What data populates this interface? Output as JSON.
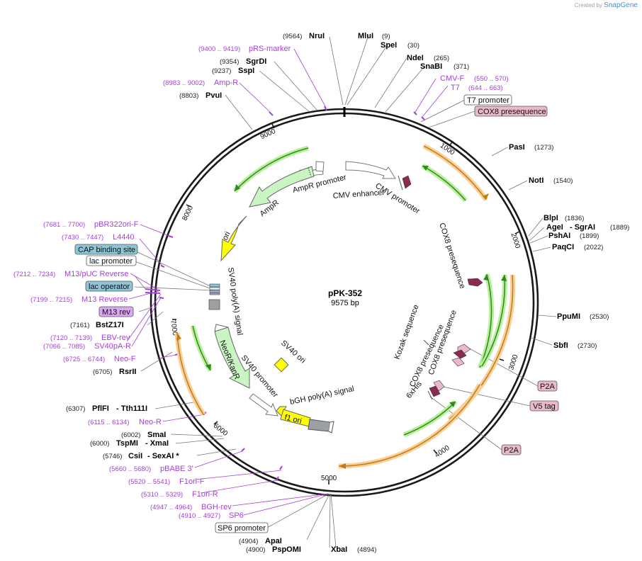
{
  "plasmid": {
    "name": "pPK-352",
    "length_label": "9575 bp"
  },
  "brand": {
    "created_by": "Created by",
    "product": "SnapGene"
  },
  "ticks": [
    "1000",
    "2000",
    "3000",
    "4000",
    "5000",
    "6000",
    "7000",
    "8000",
    "9000"
  ],
  "enzymes": {
    "NruI": {
      "name": "NruI",
      "pos": "(9564)"
    },
    "MluI": {
      "name": "MluI",
      "pos": "(9)"
    },
    "SpeI": {
      "name": "SpeI",
      "pos": "(30)"
    },
    "NdeI": {
      "name": "NdeI",
      "pos": "(265)"
    },
    "SnaBI": {
      "name": "SnaBI",
      "pos": "(371)"
    },
    "PasI": {
      "name": "PasI",
      "pos": "(1273)"
    },
    "NotI": {
      "name": "NotI",
      "pos": "(1540)"
    },
    "BlpI": {
      "name": "BlpI",
      "pos": "(1836)"
    },
    "AgeI": {
      "name": "AgeI",
      "name2": "- SgrAI",
      "pos": "(1889)"
    },
    "PshAI": {
      "name": "PshAI",
      "pos": "(1899)"
    },
    "PaqCI": {
      "name": "PaqCI",
      "pos": "(2022)"
    },
    "PpuMI": {
      "name": "PpuMI",
      "pos": "(2530)"
    },
    "SbfI": {
      "name": "SbfI",
      "pos": "(2730)"
    },
    "XbaI": {
      "name": "XbaI",
      "pos": "(4894)"
    },
    "PspOMI": {
      "name": "PspOMI",
      "pos": "(4900)"
    },
    "ApaI": {
      "name": "ApaI",
      "pos": "(4904)"
    },
    "CsiI": {
      "name": "CsiI",
      "name2": "- SexAI *",
      "pos": "(5746)"
    },
    "TspMI": {
      "name": "TspMI",
      "name2": "- XmaI",
      "pos": "(6000)"
    },
    "SmaI": {
      "name": "SmaI",
      "pos": "(6002)"
    },
    "PflFI": {
      "name": "PflFI",
      "name2": "- Tth111I",
      "pos": "(6307)"
    },
    "RsrII": {
      "name": "RsrII",
      "pos": "(6705)"
    },
    "BstZ17I": {
      "name": "BstZ17I",
      "pos": "(7161)"
    },
    "PvuI": {
      "name": "PvuI",
      "pos": "(8803)"
    },
    "SspI": {
      "name": "SspI",
      "pos": "(9237)"
    },
    "SgrDI": {
      "name": "SgrDI",
      "pos": "(9354)"
    }
  },
  "primers": {
    "pRSmarker": {
      "name": "pRS-marker",
      "pos": "(9400 .. 9419)"
    },
    "AmpR": {
      "name": "Amp-R",
      "pos": "(8983 .. 9002)"
    },
    "CMVF": {
      "name": "CMV-F",
      "pos": "(550 .. 570)"
    },
    "T7": {
      "name": "T7",
      "pos": "(644 .. 663)"
    },
    "pBR322": {
      "name": "pBR322ori-F",
      "pos": "(7681 .. 7700)"
    },
    "L4440": {
      "name": "L4440",
      "pos": "(7430 .. 7447)"
    },
    "M13pUC": {
      "name": "M13/pUC Reverse",
      "pos": "(7212 .. 7234)"
    },
    "M13Rev": {
      "name": "M13 Reverse",
      "pos": "(7199 .. 7215)"
    },
    "EBVrev": {
      "name": "EBV-rev",
      "pos": "(7120 .. 7139)"
    },
    "SV40pAR": {
      "name": "SV40pA-R",
      "pos": "(7066 .. 7085)"
    },
    "NeoF": {
      "name": "Neo-F",
      "pos": "(6725 .. 6744)"
    },
    "NeoR": {
      "name": "Neo-R",
      "pos": "(6115 .. 6134)"
    },
    "pBABE": {
      "name": "pBABE 3'",
      "pos": "(5660 .. 5680)"
    },
    "F1oriF": {
      "name": "F1ori-F",
      "pos": "(5520 .. 5541)"
    },
    "F1oriR": {
      "name": "F1ori-R",
      "pos": "(5310 .. 5329)"
    },
    "BGHrev": {
      "name": "BGH-rev",
      "pos": "(4947 .. 4964)"
    },
    "SP6": {
      "name": "SP6",
      "pos": "(4910 .. 4927)"
    }
  },
  "boxed_features": {
    "t7_promoter": "T7 promoter",
    "cox8_top": "COX8 presequence",
    "cap_site": "CAP binding site",
    "lac_promoter": "lac promoter",
    "lac_operator": "lac operator",
    "m13_rev": "M13 rev",
    "p2a_1": "P2A",
    "v5_tag": "V5 tag",
    "p2a_2": "P2A",
    "sp6_promoter": "SP6 promoter"
  },
  "inner_labels": {
    "ampr_promoter": "AmpR promoter",
    "cmv_enhancer": "CMV enhancer",
    "cmv_promoter": "CMV promoter",
    "ampr": "AmpR",
    "ori": "ori",
    "cox8_inner": "COX8 presequence",
    "sv40_polya": "SV40 poly(A) signal",
    "neor": "NeoR/KanR",
    "sv40_promoter": "SV40 promoter",
    "sv40_ori": "SV40 ori",
    "kozak": "Kozak sequence",
    "cox8_inner2": "COX8 presequence",
    "cox8_inner3": "COX8 presequence",
    "his6": "6xHis",
    "bgh_polya": "bGH poly(A) signal",
    "f1_ori": "f1 ori"
  },
  "colors": {
    "backbone": "#1a1a1a",
    "primer": "#a43fd8",
    "cds_green": "#2f8a1f",
    "orange_cds": "#d98a1a",
    "promoter": "#ffffff",
    "ampr_fill": "#c9f5c2",
    "ori_fill": "#ffff00",
    "polya_fill": "#9aa0a6",
    "cox8_fill": "#8b2a52",
    "tag_fill": "#e9b8c9",
    "cap_fill": "#8ec5d6",
    "m13_fill": "#d9a7ef"
  }
}
